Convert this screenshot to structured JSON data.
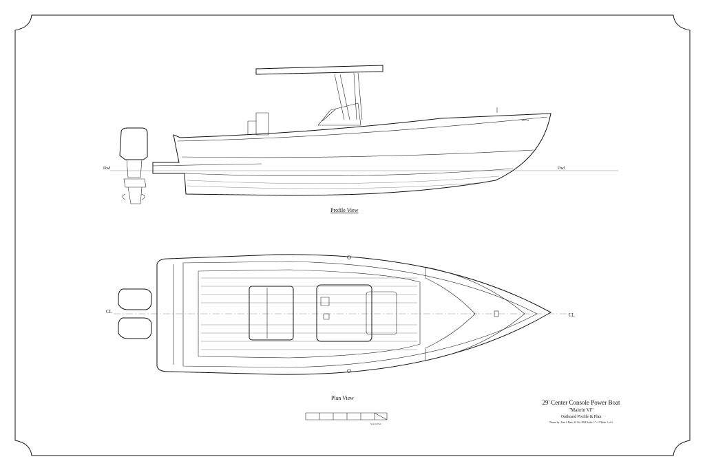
{
  "drawing": {
    "profile_view_label": "Profile View",
    "plan_view_label": "Plan View",
    "dwl_left": "Dwl",
    "dwl_right": "Dwl",
    "centerline_left": "CL",
    "centerline_right": "CL"
  },
  "title_block": {
    "title": "29' Center Console Power Boat",
    "subtitle": "\"Maitrin VI\"",
    "sheet": "Outboard Profile & Plan",
    "info": "Drawn by: Tom A  Date: 24 Oct 2024  Scale: 1\" = 3'  Sheet 1 of 4"
  },
  "scale_bar": {
    "label": "Scale in Feet"
  }
}
